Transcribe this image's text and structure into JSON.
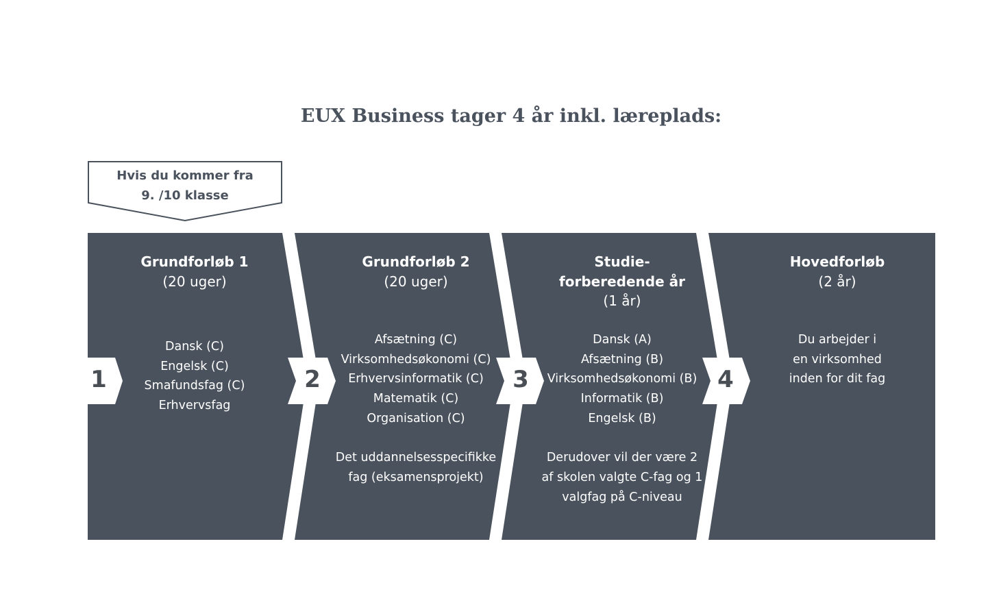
{
  "title": "EUX Business tager 4 år inkl. læreplads:",
  "callout": {
    "line1": "Hvis du kommer fra",
    "line2": "9. /10 klasse"
  },
  "colors": {
    "panel": "#4a525d",
    "text": "#ffffff",
    "number": "#4a4f55"
  },
  "stages": [
    {
      "number": "1",
      "heading": [
        "Grundforløb 1"
      ],
      "duration": "(20 uger)",
      "subjects": [
        "Dansk (C)",
        "Engelsk (C)",
        "Smafundsfag (C)",
        "Erhvervsfag"
      ],
      "note": []
    },
    {
      "number": "2",
      "heading": [
        "Grundforløb 2"
      ],
      "duration": "(20 uger)",
      "subjects": [
        "Afsætning (C)",
        "Virksomhedsøkonomi (C)",
        "Erhvervsinformatik (C)",
        "Matematik (C)",
        "Organisation (C)"
      ],
      "note": [
        "Det uddannelsesspecifikke",
        "fag (eksamensprojekt)"
      ]
    },
    {
      "number": "3",
      "heading": [
        "Studie-",
        "forberedende år"
      ],
      "duration": "(1 år)",
      "subjects": [
        "Dansk (A)",
        "Afsætning (B)",
        "Virksomhedsøkonomi (B)",
        "Informatik (B)",
        "Engelsk (B)"
      ],
      "note": [
        "Derudover vil der være 2",
        "af skolen valgte C-fag og 1",
        "valgfag på C-niveau"
      ]
    },
    {
      "number": "4",
      "heading": [
        "Hovedforløb"
      ],
      "duration": "(2 år)",
      "subjects": [
        "Du arbejder i",
        "en virksomhed",
        "inden for dit fag"
      ],
      "note": []
    }
  ]
}
